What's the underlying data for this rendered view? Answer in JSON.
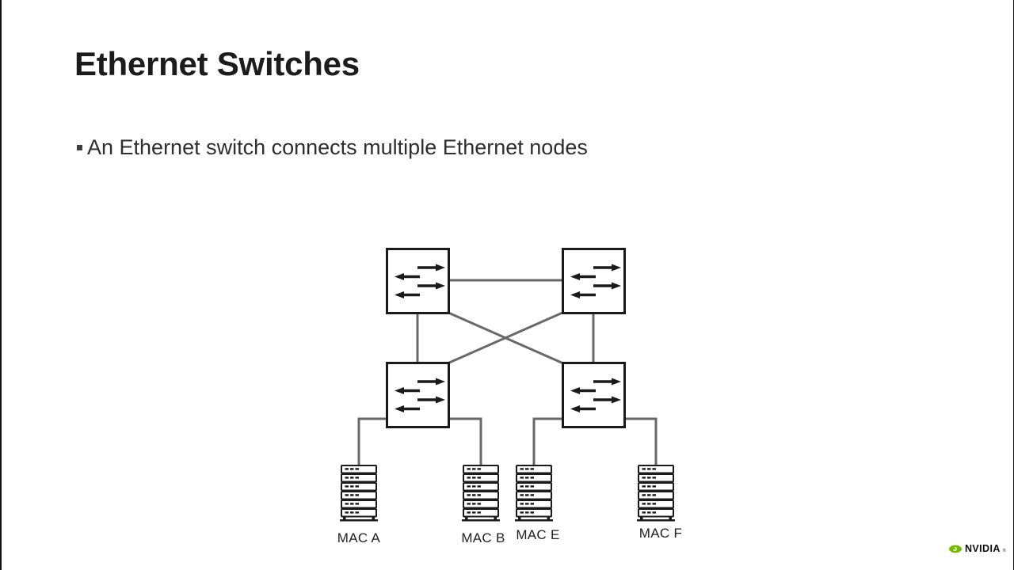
{
  "slide": {
    "title": "Ethernet Switches",
    "bullet": "An Ethernet switch connects multiple Ethernet nodes"
  },
  "diagram": {
    "description": "four-switch mesh connecting four ethernet nodes",
    "switch_count": 4,
    "nodes": [
      {
        "label": "MAC A"
      },
      {
        "label": "MAC B"
      },
      {
        "label": "MAC E"
      },
      {
        "label": "MAC F"
      }
    ]
  },
  "branding": {
    "logo_text": "NVIDIA",
    "logo_reg": "®"
  },
  "colors": {
    "ink": "#1a1a1a",
    "line_gray": "#686868",
    "nvidia_green": "#76b900"
  }
}
